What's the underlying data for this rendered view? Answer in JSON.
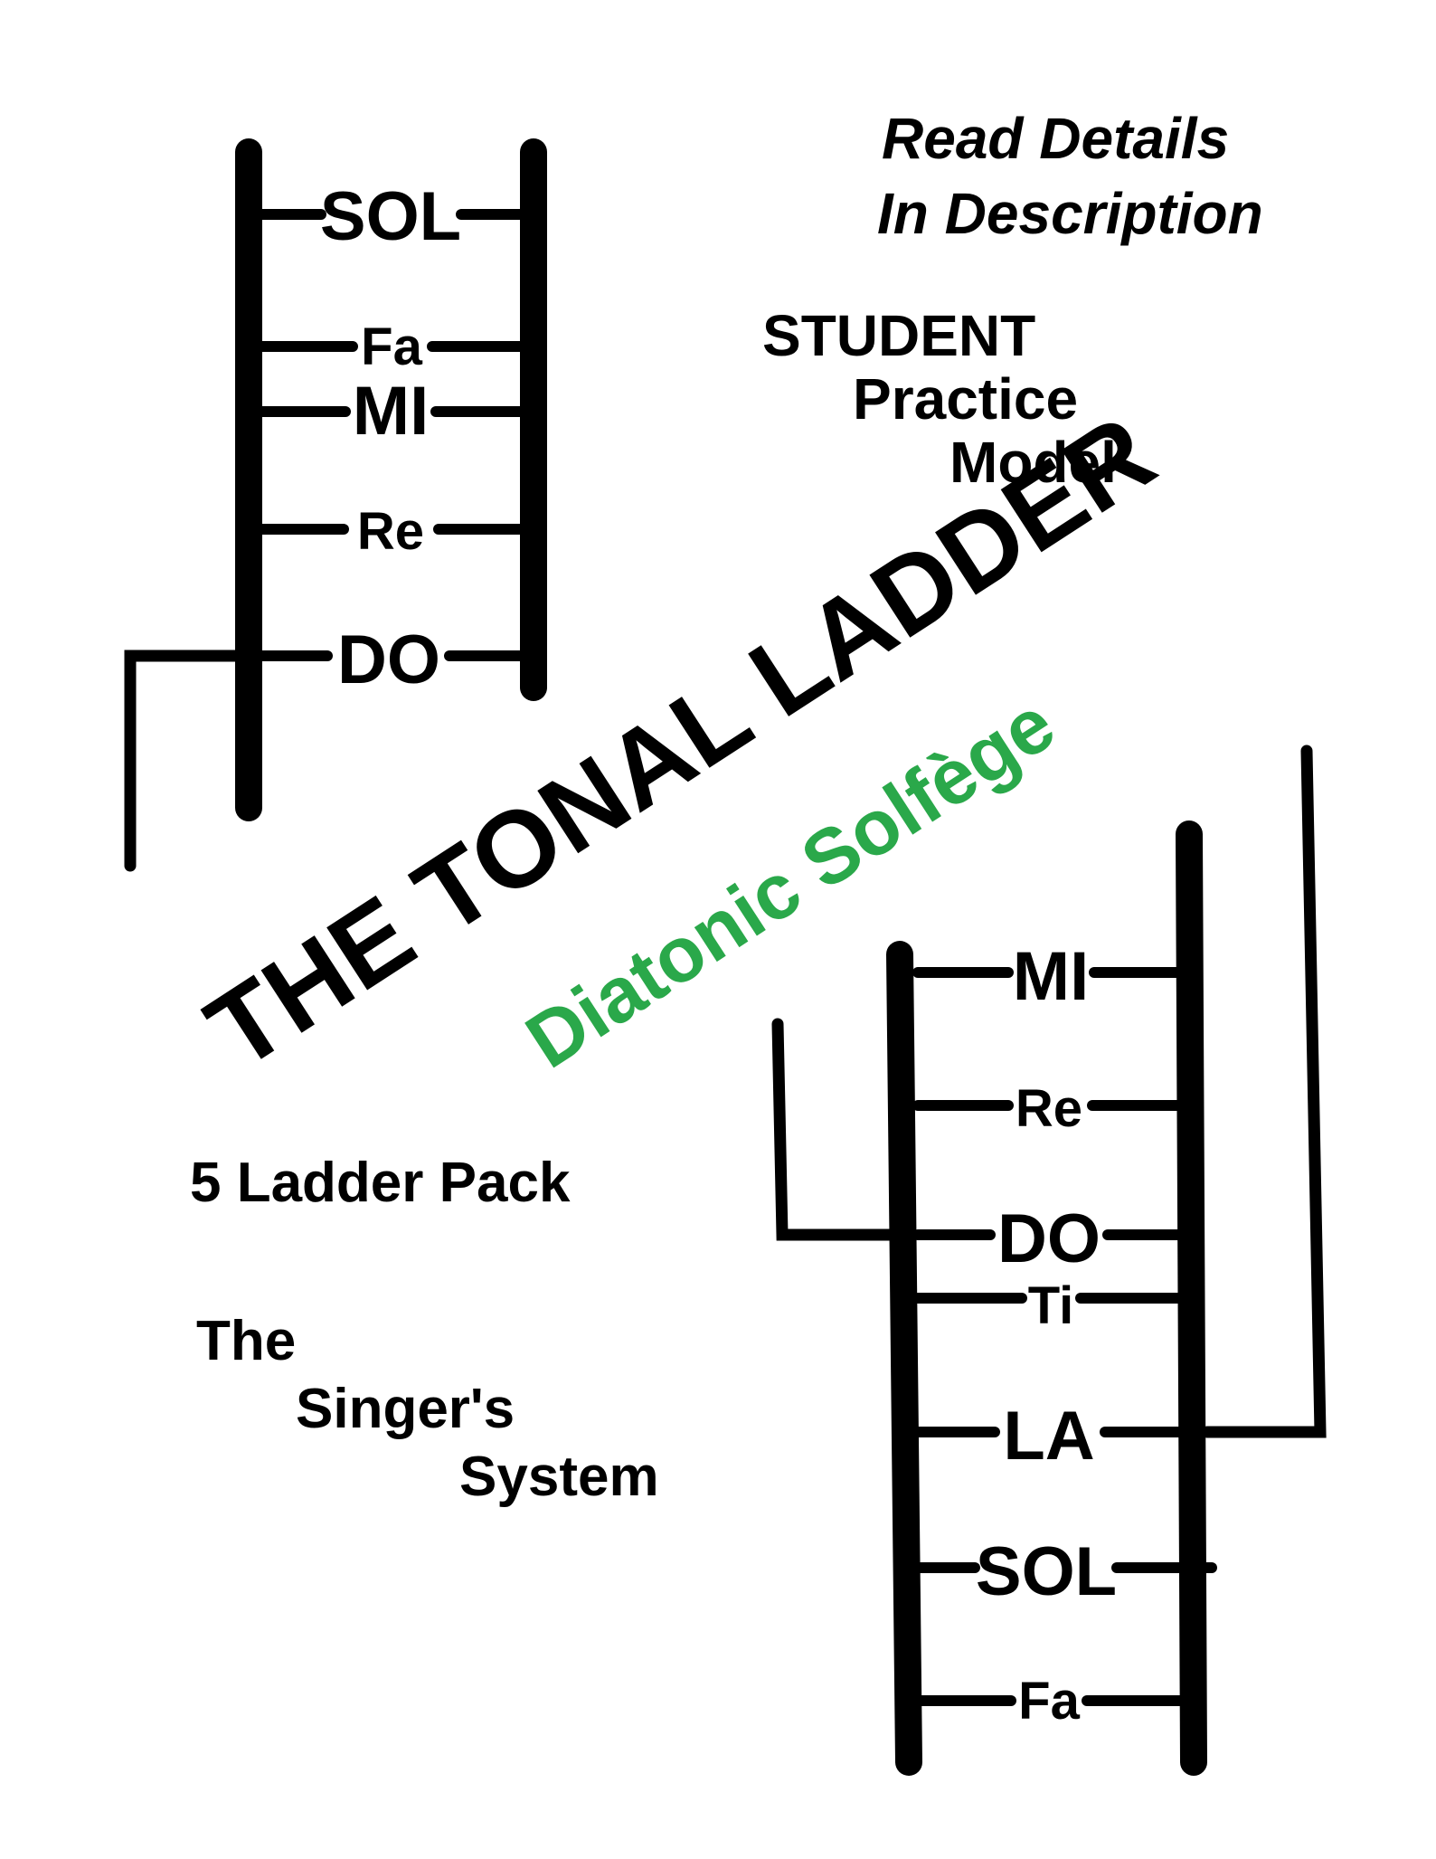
{
  "title": "THE TONAL LADDER",
  "subtitle": "Diatonic Solfège",
  "header_note": [
    "Read Details",
    "In Description"
  ],
  "student_model": [
    "STUDENT",
    "Practice",
    "Model"
  ],
  "pack_label": "5 Ladder Pack",
  "system_label": [
    "The",
    "Singer's",
    "System"
  ],
  "ladder_top": {
    "rungs": [
      "SOL",
      "Fa",
      "MI",
      "Re",
      "DO"
    ]
  },
  "ladder_bottom": {
    "rungs": [
      "MI",
      "Re",
      "DO",
      "Ti",
      "LA",
      "SOL",
      "Fa"
    ]
  },
  "colors": {
    "ink": "#000000",
    "accent": "#2aa84a",
    "background": "#ffffff"
  }
}
